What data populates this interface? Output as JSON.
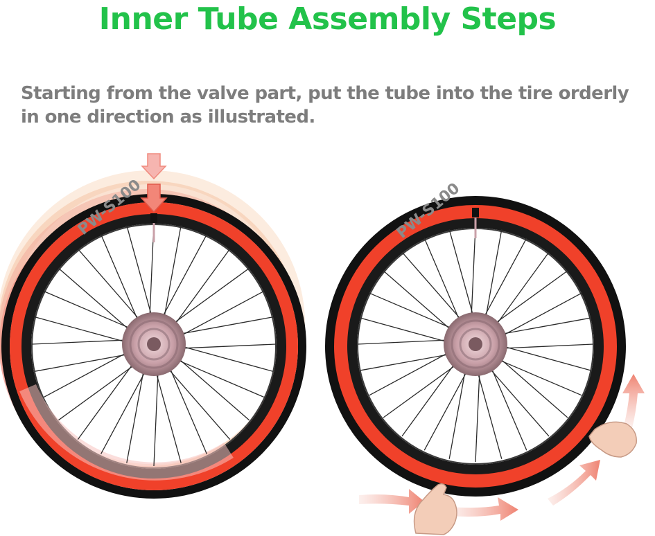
{
  "header": {
    "title": "Inner Tube Assembly Steps"
  },
  "instruction": {
    "text": "Starting from the valve part, put the tube into the tire orderly in one direction as illustrated."
  },
  "illustration": {
    "left_wheel": {
      "icon": "bicycle-wheel-with-tube-layers-icon"
    },
    "right_wheel": {
      "icon": "bicycle-wheel-hands-fitting-tube-icon"
    },
    "rim_text": "PW-S100",
    "colors": {
      "title": "#22c24a",
      "instruction": "#7d7d7d",
      "tube": "#f0412a",
      "tire": "#111111",
      "arrow": "#f08a7e",
      "hub": "#b98c95"
    }
  }
}
